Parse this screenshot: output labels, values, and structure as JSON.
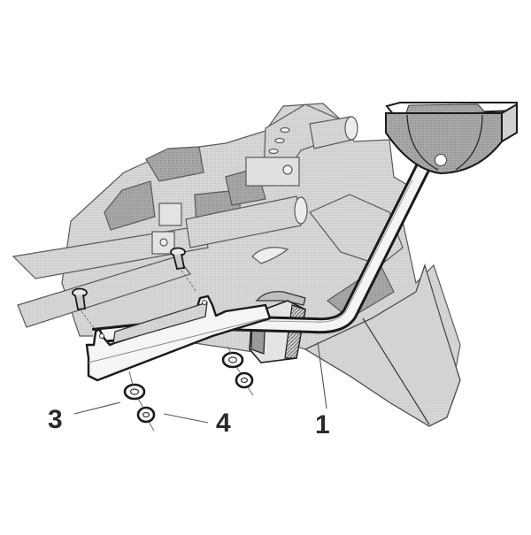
{
  "diagram": {
    "type": "exploded-assembly-view",
    "subject": "motorcycle rear rack mounting kit",
    "colors": {
      "background": "#ffffff",
      "outline": "#1e1e1e",
      "light_fill": "#d8d8d8",
      "mid_fill": "#b8b8b8",
      "dark_fill": "#8f8f8f",
      "leader_line": "#555555",
      "label_text": "#2a2a2a"
    },
    "callouts": [
      {
        "id": "1",
        "label": "1",
        "part": "rack support arm with top plate"
      },
      {
        "id": "3",
        "label": "3",
        "part": "washer"
      },
      {
        "id": "4",
        "label": "4",
        "part": "nut"
      }
    ],
    "components": [
      "motorcycle rear frame (background)",
      "rear fender / mudguard",
      "turn signal indicator",
      "top plate mount",
      "support tube arm",
      "side bracket with two clamp tabs",
      "two mounting bolts",
      "two washers",
      "two nuts"
    ]
  }
}
